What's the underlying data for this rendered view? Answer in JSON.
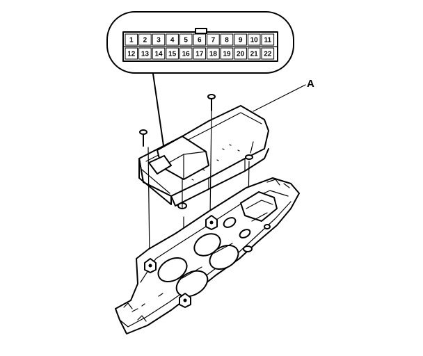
{
  "connector": {
    "row1": [
      "1",
      "2",
      "3",
      "4",
      "5",
      "6",
      "7",
      "8",
      "9",
      "10",
      "11"
    ],
    "row2": [
      "12",
      "13",
      "14",
      "15",
      "16",
      "17",
      "18",
      "19",
      "20",
      "21",
      "22"
    ]
  },
  "callout_label": "A"
}
